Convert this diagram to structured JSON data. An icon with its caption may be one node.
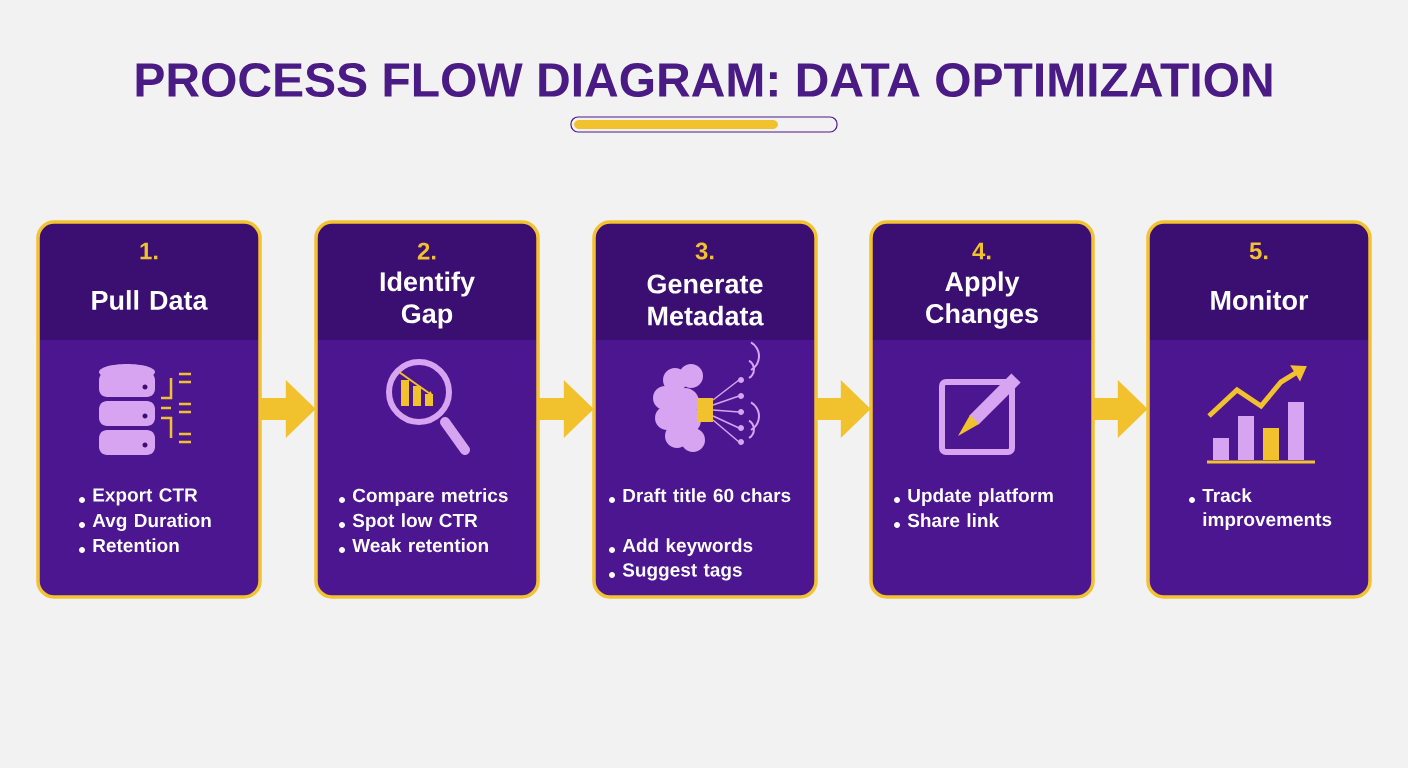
{
  "diagram": {
    "title": "PROCESS FLOW DIAGRAM: DATA OPTIMIZATION",
    "nodes": [
      {
        "text": [
          "1.",
          "Pull Data",
          "Export CTR",
          "Avg Duration",
          "Retention"
        ]
      },
      {
        "text": [
          "2.",
          "Identify Gap",
          "Compare metrics",
          "Spot low CTR",
          "Weak retention"
        ]
      },
      {
        "text": [
          "3.",
          "Generate Metadata",
          "Draft title 60 chars",
          "Add keywords",
          "Suggest tags"
        ]
      },
      {
        "text": [
          "4.",
          "Apply Changes",
          "Update platform",
          "Share link"
        ]
      },
      {
        "text": [
          "5.",
          "Monitor",
          "Track improvements"
        ]
      }
    ],
    "edges": [
      {
        "from": 0,
        "to": 1,
        "arrow": "to"
      },
      {
        "from": 1,
        "to": 2,
        "arrow": "to"
      },
      {
        "from": 2,
        "to": 3,
        "arrow": "to"
      },
      {
        "from": 3,
        "to": 4,
        "arrow": "to"
      }
    ]
  }
}
